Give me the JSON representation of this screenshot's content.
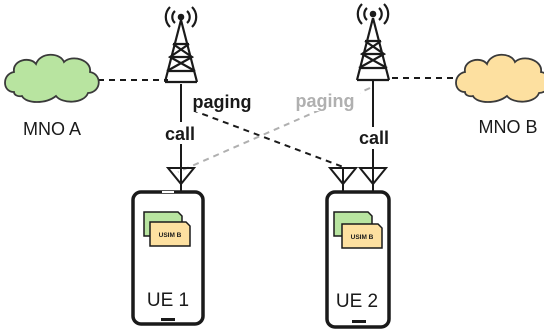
{
  "networks": {
    "mno_a": {
      "label": "MNO A",
      "color": "#b8e4a0",
      "stroke": "#3a3a3a"
    },
    "mno_b": {
      "label": "MNO B",
      "color": "#fde0a0",
      "stroke": "#3a3a3a"
    }
  },
  "links": {
    "call_left": "call",
    "call_right": "call",
    "paging_dark": "paging",
    "paging_light": "paging"
  },
  "devices": {
    "ue1": {
      "label": "UE 1",
      "sim_front": "USIM B"
    },
    "ue2": {
      "label": "UE 2",
      "sim_front": "USIM B"
    }
  },
  "colors": {
    "dark_line": "#1a1a1a",
    "light_line": "#b0b0b0",
    "sim_green": "#b8e4a0",
    "sim_yellow": "#fde0a0"
  }
}
